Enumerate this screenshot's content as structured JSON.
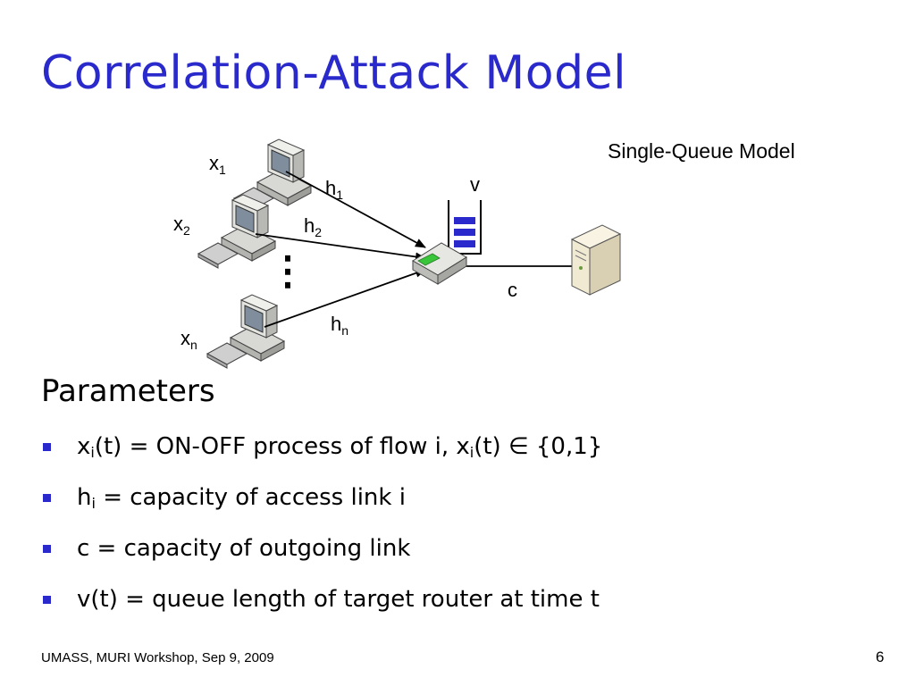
{
  "slide": {
    "title": "Correlation-Attack Model",
    "page_number": "6",
    "footer": "UMASS, MURI Workshop, Sep 9, 2009"
  },
  "diagram": {
    "model_label": "Single-Queue Model",
    "hosts": [
      {
        "base": "x",
        "sub": "1"
      },
      {
        "base": "x",
        "sub": "2"
      },
      {
        "base": "x",
        "sub": "n"
      }
    ],
    "links": [
      {
        "base": "h",
        "sub": "1"
      },
      {
        "base": "h",
        "sub": "2"
      },
      {
        "base": "h",
        "sub": "n"
      }
    ],
    "queue_label": "v",
    "outgoing_label": "c",
    "ellipsis": "⋮",
    "colors": {
      "queue_block": "#2a2acc",
      "server_body": "#f1ead3",
      "host_body": "#dcdcd8",
      "router_led": "#39c539"
    },
    "icons": [
      "computer-icon",
      "router-icon",
      "server-icon"
    ]
  },
  "parameters": {
    "heading": "Parameters",
    "bullet_color": "#2a2acc",
    "items": [
      {
        "parts": [
          {
            "t": "x",
            "bind": "p0a"
          },
          {
            "t": "i",
            "sub": true
          },
          {
            "t": "(t) = ON-OFF process of flow i, x"
          },
          {
            "t": "i",
            "sub": true
          },
          {
            "t": "(t) ∈ {0,1}"
          }
        ]
      },
      {
        "parts": [
          {
            "t": "h"
          },
          {
            "t": "i",
            "sub": true
          },
          {
            "t": " = capacity of access link i"
          }
        ]
      },
      {
        "parts": [
          {
            "t": "c = capacity of outgoing link"
          }
        ]
      },
      {
        "parts": [
          {
            "t": "v(t) = queue length of target router at time t"
          }
        ]
      }
    ]
  }
}
